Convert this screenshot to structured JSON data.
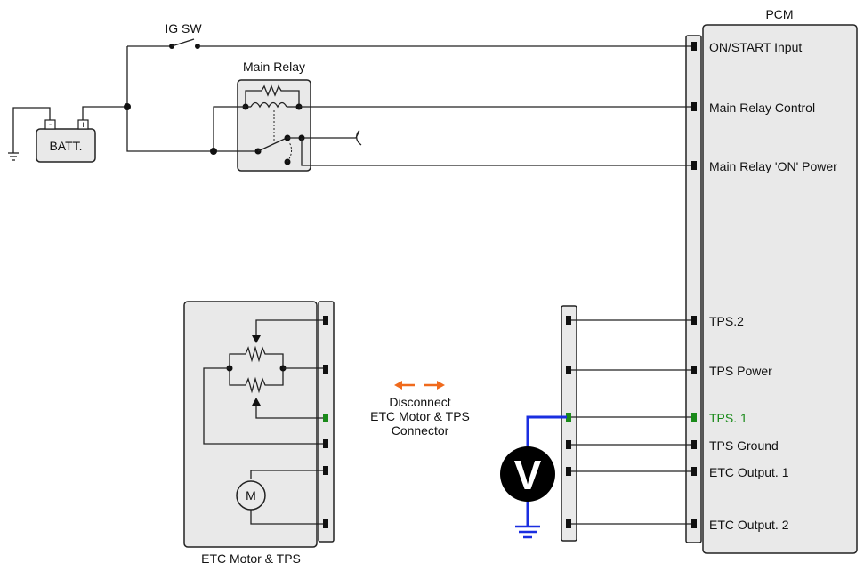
{
  "pcm": {
    "title": "PCM",
    "pins": {
      "on_start": "ON/START Input",
      "main_relay_control": "Main Relay Control",
      "main_relay_on_power": "Main Relay 'ON' Power",
      "tps2": "TPS.2",
      "tps_power": "TPS Power",
      "tps1": "TPS. 1",
      "tps_ground": "TPS Ground",
      "etc_output1": "ETC Output. 1",
      "etc_output2": "ETC Output. 2"
    }
  },
  "switch_label": "IG SW",
  "relay_label": "Main Relay",
  "battery": {
    "label": "BATT.",
    "neg": "-",
    "pos": "+"
  },
  "etc": {
    "label": "ETC Motor & TPS",
    "motor": "M"
  },
  "instruction": {
    "line1": "Disconnect",
    "line2": "ETC Motor & TPS",
    "line3": "Connector"
  },
  "meter": {
    "symbol": "V"
  },
  "colors": {
    "highlight_pin": "#1a8a1a",
    "probe_wire": "#1a2ee0",
    "arrow": "#f06a1c",
    "box_fill": "#e9e9e9"
  }
}
